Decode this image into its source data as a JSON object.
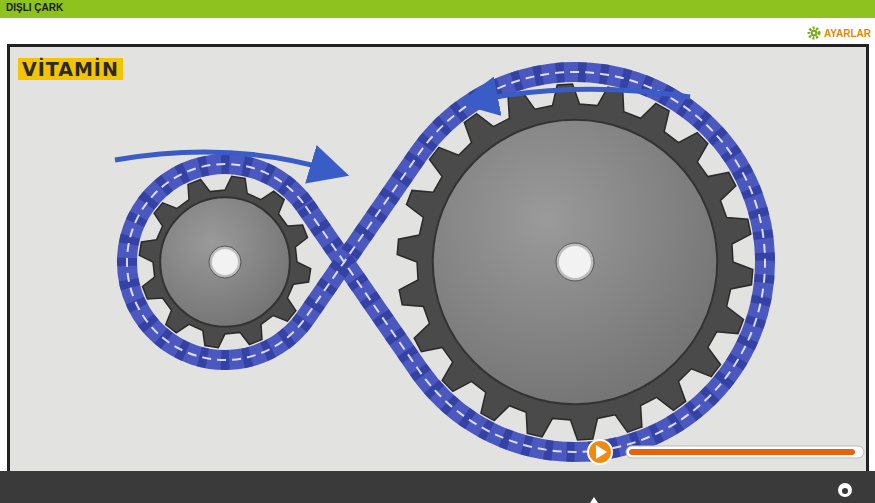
{
  "diagram": {
    "title": "DIŞLI ÇARK",
    "labels": [
      "AYARLAR",
      "VİTAMİN"
    ]
  }
}
